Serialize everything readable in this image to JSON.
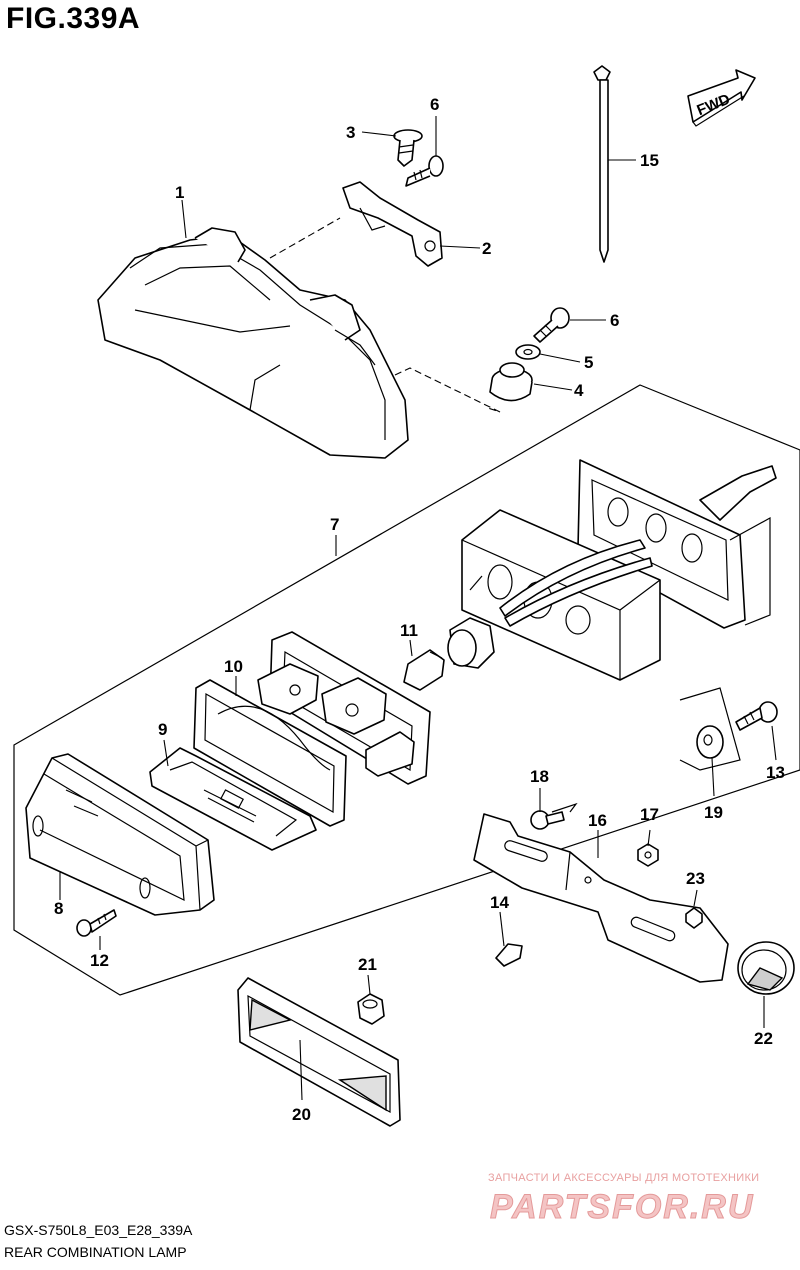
{
  "figure": {
    "title": "FIG.339A",
    "diagram_code": "GSX-S750L8_E03_E28_339A",
    "diagram_name": "REAR COMBINATION LAMP"
  },
  "direction_badge": "FWD",
  "watermark": {
    "caption": "ЗАПЧАСТИ И АКСЕССУАРЫ ДЛЯ МОТОТЕХНИКИ",
    "logo": "PARTSFOR.RU"
  },
  "callouts": [
    "1",
    "2",
    "3",
    "4",
    "5",
    "6",
    "6",
    "7",
    "8",
    "9",
    "10",
    "11",
    "12",
    "13",
    "14",
    "15",
    "16",
    "17",
    "18",
    "19",
    "20",
    "21",
    "22",
    "23"
  ]
}
